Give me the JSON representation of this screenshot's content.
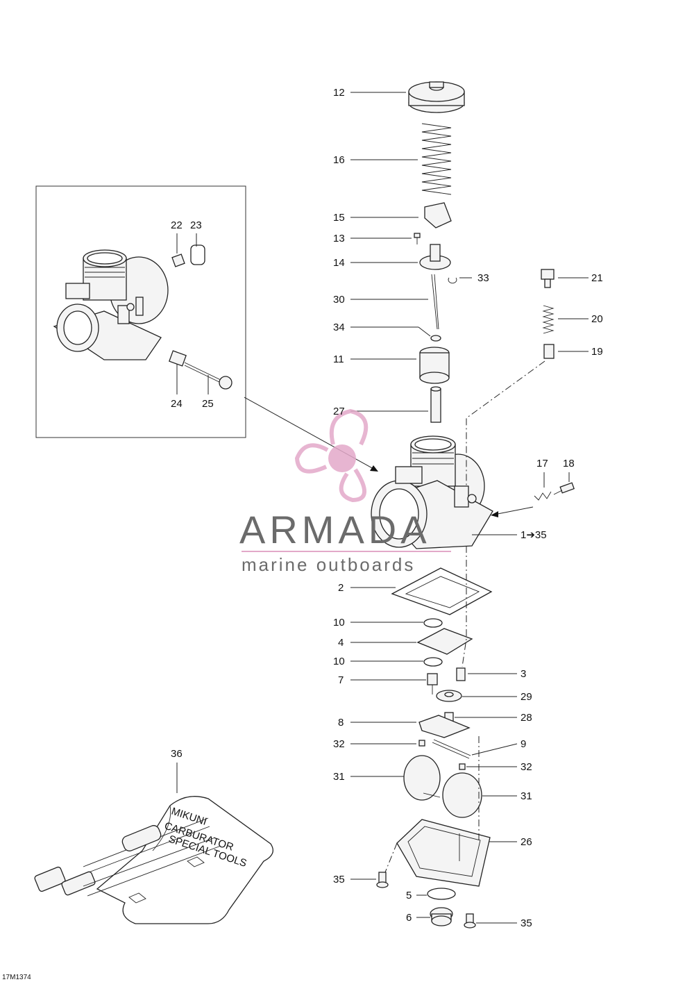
{
  "diagram": {
    "code": "17M1374",
    "callouts": [
      {
        "id": "c12",
        "text": "12"
      },
      {
        "id": "c16",
        "text": "16"
      },
      {
        "id": "c15",
        "text": "15"
      },
      {
        "id": "c13",
        "text": "13"
      },
      {
        "id": "c14",
        "text": "14"
      },
      {
        "id": "c33",
        "text": "33"
      },
      {
        "id": "c30",
        "text": "30"
      },
      {
        "id": "c34",
        "text": "34"
      },
      {
        "id": "c11",
        "text": "11"
      },
      {
        "id": "c27",
        "text": "27"
      },
      {
        "id": "c21",
        "text": "21"
      },
      {
        "id": "c20",
        "text": "20"
      },
      {
        "id": "c19",
        "text": "19"
      },
      {
        "id": "c17",
        "text": "17"
      },
      {
        "id": "c18",
        "text": "18"
      },
      {
        "id": "c1",
        "text": "1➔35"
      },
      {
        "id": "c2",
        "text": "2"
      },
      {
        "id": "c10a",
        "text": "10"
      },
      {
        "id": "c4",
        "text": "4"
      },
      {
        "id": "c10b",
        "text": "10"
      },
      {
        "id": "c7",
        "text": "7"
      },
      {
        "id": "c3",
        "text": "3"
      },
      {
        "id": "c29",
        "text": "29"
      },
      {
        "id": "c28",
        "text": "28"
      },
      {
        "id": "c8",
        "text": "8"
      },
      {
        "id": "c9",
        "text": "9"
      },
      {
        "id": "c32a",
        "text": "32"
      },
      {
        "id": "c32b",
        "text": "32"
      },
      {
        "id": "c31a",
        "text": "31"
      },
      {
        "id": "c31b",
        "text": "31"
      },
      {
        "id": "c26",
        "text": "26"
      },
      {
        "id": "c35a",
        "text": "35"
      },
      {
        "id": "c5",
        "text": "5"
      },
      {
        "id": "c6",
        "text": "6"
      },
      {
        "id": "c35b",
        "text": "35"
      },
      {
        "id": "c36",
        "text": "36"
      },
      {
        "id": "c22",
        "text": "22"
      },
      {
        "id": "c23",
        "text": "23"
      },
      {
        "id": "c24",
        "text": "24"
      },
      {
        "id": "c25",
        "text": "25"
      }
    ]
  },
  "watermark": {
    "title": "ARMADA",
    "subtitle": "marine outboards",
    "color": "#e3a9c9"
  },
  "tool_kit_text": {
    "line1": "MIKUNI",
    "line2": "CARBURATOR",
    "line3": "SPECIAL TOOLS"
  }
}
